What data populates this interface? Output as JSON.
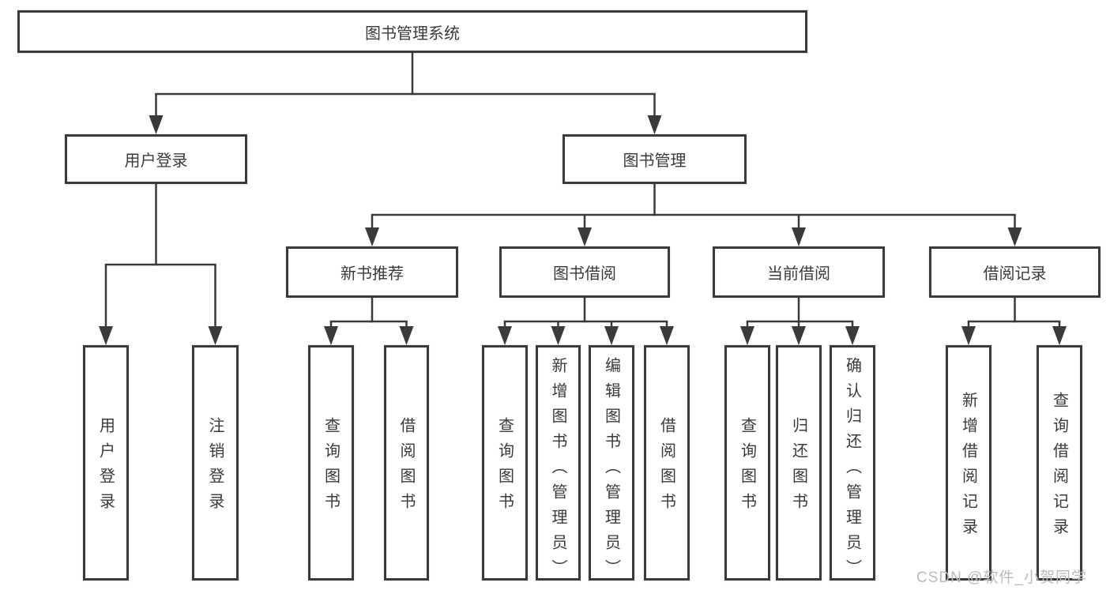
{
  "diagram": {
    "title": "图书管理系统",
    "branches": [
      {
        "label": "用户登录",
        "leaves": [
          "用户登录",
          "注销登录"
        ]
      },
      {
        "label": "图书管理",
        "groups": [
          {
            "label": "新书推荐",
            "leaves": [
              "查询图书",
              "借阅图书"
            ]
          },
          {
            "label": "图书借阅",
            "leaves": [
              "查询图书",
              "新增图书（管理员）",
              "编辑图书（管理员）",
              "借阅图书"
            ]
          },
          {
            "label": "当前借阅",
            "leaves": [
              "查询图书",
              "归还图书",
              "确认归还（管理员）"
            ]
          },
          {
            "label": "借阅记录",
            "leaves": [
              "新增借阅记录",
              "查询借阅记录"
            ]
          }
        ]
      }
    ]
  },
  "watermark": {
    "text": "CSDN @软件_小贺同学"
  },
  "colors": {
    "line": "#3a3a3a",
    "text": "#3a3a3a",
    "node_background": "#ffffff",
    "page_background": "#ffffff",
    "watermark": "#bbbbbf"
  }
}
